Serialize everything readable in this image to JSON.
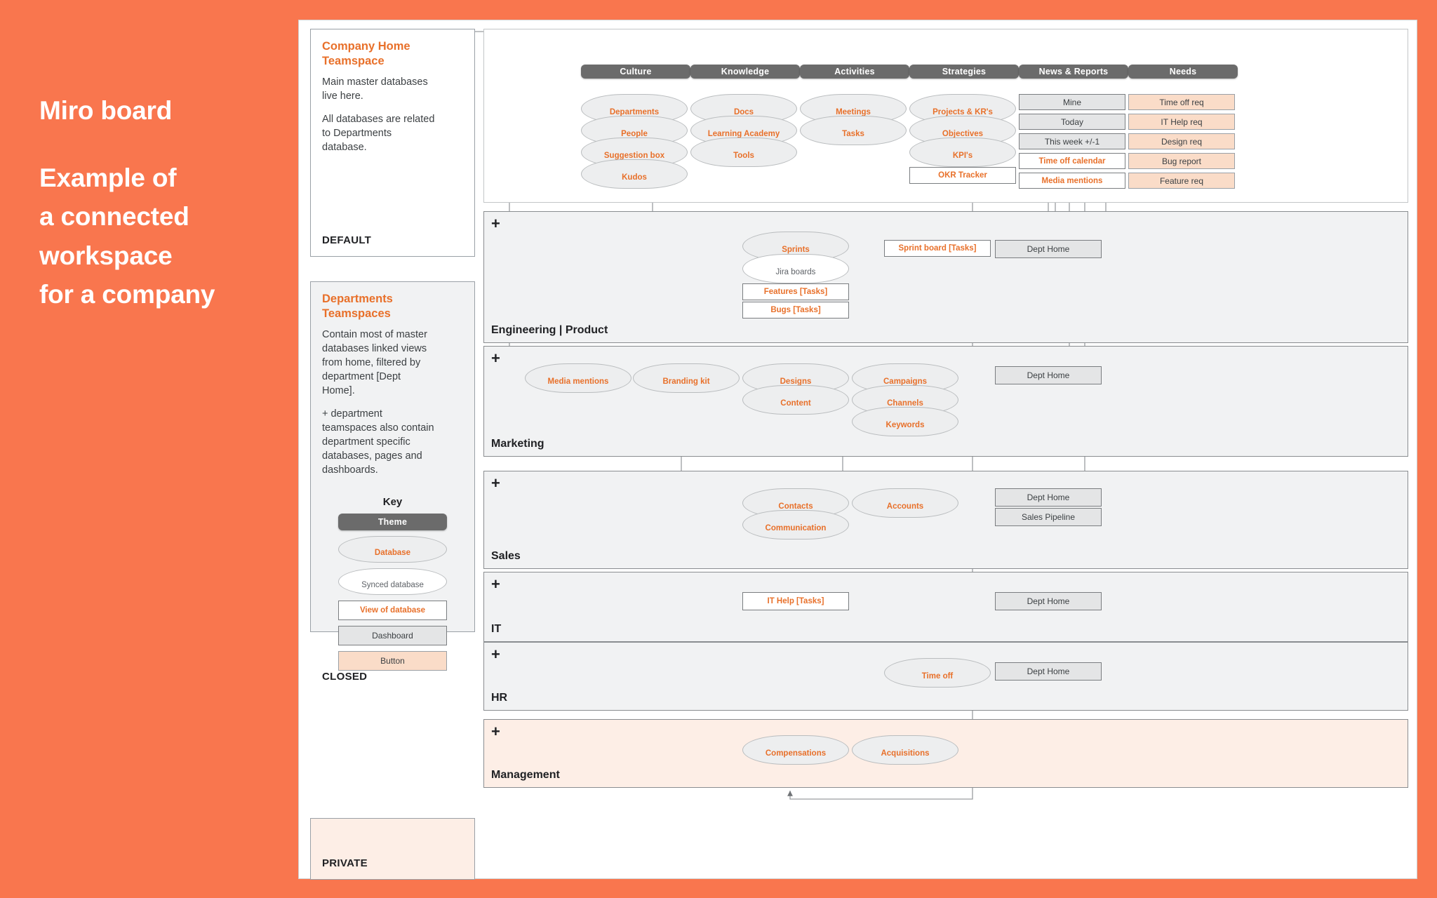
{
  "headline": {
    "lines": [
      "Miro board",
      "",
      "Example of",
      "a connected",
      "workspace",
      "for a company"
    ]
  },
  "colors": {
    "background": "#F9764E",
    "accent": "#E8702A",
    "theme_chip": "#6b6b6b",
    "frame_fill": "#f1f2f3",
    "private_fill": "#fdeee6",
    "button_fill": "#fadcc8"
  },
  "sidebar": {
    "notes": [
      {
        "title": "Company Home\nTeamspace",
        "paragraphs": [
          "Main master databases\nlive here.",
          "All databases are related\nto Departments\ndatabase."
        ],
        "footer": "DEFAULT"
      },
      {
        "title": "Departments\nTeamspaces",
        "paragraphs": [
          "Contain most of master\ndatabases linked views\nfrom home, filtered by\ndepartment [Dept\nHome].",
          "+ department\nteamspaces also contain\ndepartment specific\ndatabases, pages and\ndashboards."
        ],
        "footer": "CLOSED"
      },
      {
        "title": "",
        "paragraphs": [],
        "footer": "PRIVATE"
      }
    ],
    "key": {
      "heading": "Key",
      "items": [
        {
          "label": "Theme",
          "type": "theme"
        },
        {
          "label": "Database",
          "type": "db"
        },
        {
          "label": "Synced database",
          "type": "synced"
        },
        {
          "label": "View of database",
          "type": "view"
        },
        {
          "label": "Dashboard",
          "type": "dash"
        },
        {
          "label": "Button",
          "type": "btn"
        }
      ]
    }
  },
  "home": {
    "themes": [
      "Culture",
      "Knowledge",
      "Activities",
      "Strategies",
      "News & Reports",
      "Needs"
    ],
    "columns": [
      {
        "theme": "Culture",
        "nodes": [
          {
            "label": "Departments",
            "type": "db"
          },
          {
            "label": "People",
            "type": "db"
          },
          {
            "label": "Suggestion box",
            "type": "db"
          },
          {
            "label": "Kudos",
            "type": "db"
          }
        ]
      },
      {
        "theme": "Knowledge",
        "nodes": [
          {
            "label": "Docs",
            "type": "db"
          },
          {
            "label": "Learning Academy",
            "type": "db"
          },
          {
            "label": "Tools",
            "type": "db"
          }
        ]
      },
      {
        "theme": "Activities",
        "nodes": [
          {
            "label": "Meetings",
            "type": "db"
          },
          {
            "label": "Tasks",
            "type": "db"
          }
        ]
      },
      {
        "theme": "Strategies",
        "nodes": [
          {
            "label": "Projects & KR's",
            "type": "db"
          },
          {
            "label": "Objectives",
            "type": "db"
          },
          {
            "label": "KPI's",
            "type": "db"
          },
          {
            "label": "OKR Tracker",
            "type": "view"
          }
        ]
      },
      {
        "theme": "News & Reports",
        "nodes": [
          {
            "label": "Mine",
            "type": "dash"
          },
          {
            "label": "Today",
            "type": "dash"
          },
          {
            "label": "This week +/-1",
            "type": "dash"
          },
          {
            "label": "Time off calendar",
            "type": "view"
          },
          {
            "label": "Media mentions",
            "type": "view"
          }
        ]
      },
      {
        "theme": "Needs",
        "nodes": [
          {
            "label": "Time off req",
            "type": "btn"
          },
          {
            "label": "IT Help req",
            "type": "btn"
          },
          {
            "label": "Design req",
            "type": "btn"
          },
          {
            "label": "Bug report",
            "type": "btn"
          },
          {
            "label": "Feature req",
            "type": "btn"
          }
        ]
      }
    ]
  },
  "departments": [
    {
      "name": "Engineering | Product",
      "add_label": "+",
      "private": false,
      "nodes": [
        {
          "label": "Sprints",
          "type": "db"
        },
        {
          "label": "Jira boards",
          "type": "synced"
        },
        {
          "label": "Features [Tasks]",
          "type": "view"
        },
        {
          "label": "Bugs [Tasks]",
          "type": "view"
        },
        {
          "label": "Sprint board [Tasks]",
          "type": "view"
        },
        {
          "label": "Dept Home",
          "type": "dash"
        }
      ]
    },
    {
      "name": "Marketing",
      "add_label": "+",
      "private": false,
      "nodes": [
        {
          "label": "Media mentions",
          "type": "db"
        },
        {
          "label": "Branding kit",
          "type": "db"
        },
        {
          "label": "Designs",
          "type": "db"
        },
        {
          "label": "Content",
          "type": "db"
        },
        {
          "label": "Campaigns",
          "type": "db"
        },
        {
          "label": "Channels",
          "type": "db"
        },
        {
          "label": "Keywords",
          "type": "db"
        },
        {
          "label": "Dept Home",
          "type": "dash"
        }
      ]
    },
    {
      "name": "Sales",
      "add_label": "+",
      "private": false,
      "nodes": [
        {
          "label": "Contacts",
          "type": "db"
        },
        {
          "label": "Communication",
          "type": "db"
        },
        {
          "label": "Accounts",
          "type": "db"
        },
        {
          "label": "Dept Home",
          "type": "dash"
        },
        {
          "label": "Sales Pipeline",
          "type": "dash"
        }
      ]
    },
    {
      "name": "IT",
      "add_label": "+",
      "private": false,
      "nodes": [
        {
          "label": "IT Help [Tasks]",
          "type": "view"
        },
        {
          "label": "Dept Home",
          "type": "dash"
        }
      ]
    },
    {
      "name": "HR",
      "add_label": "+",
      "private": false,
      "nodes": [
        {
          "label": "Time off",
          "type": "db"
        },
        {
          "label": "Dept Home",
          "type": "dash"
        }
      ]
    },
    {
      "name": "Management",
      "add_label": "+",
      "private": true,
      "nodes": [
        {
          "label": "Compensations",
          "type": "db"
        },
        {
          "label": "Acquisitions",
          "type": "db"
        }
      ]
    }
  ]
}
